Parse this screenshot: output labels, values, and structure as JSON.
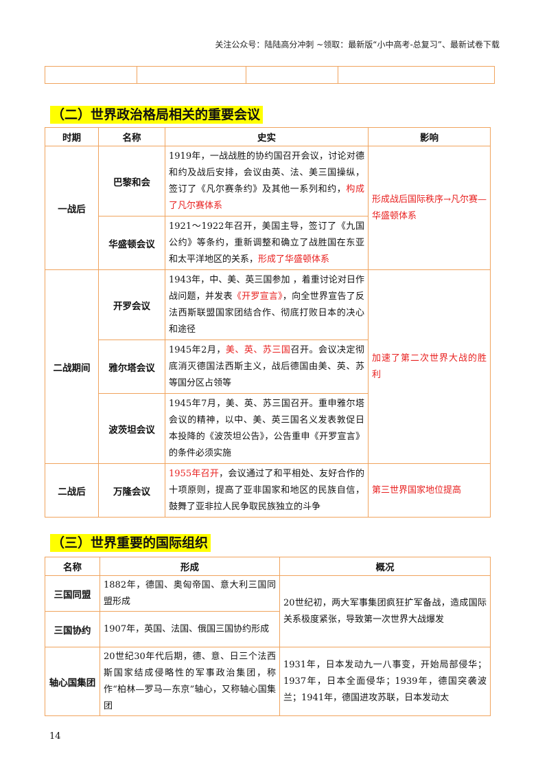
{
  "header_note": "关注公众号：陆陆高分冲刺 ~领取：最新版“小中高考-总复习”、最新试卷下载",
  "section2": {
    "title": "（二）世界政治格局相关的重要会议",
    "headers": [
      "时期",
      "名称",
      "史实",
      "影响"
    ],
    "p1": "一战后",
    "p2": "二战期间",
    "p3": "二战后",
    "m1": {
      "name": "巴黎和会",
      "text": "1919年，一战战胜的协约国召开会议，讨论对德和约及战后安排，会议由英、法、美三国操纵，签订了《凡尔赛条约》及其他一系列和约，",
      "red": "构成了凡尔赛体系"
    },
    "m2": {
      "name": "华盛顿会议",
      "text": "1921～1922年召开，美国主导，签订了《九国公约》等条约，重新调整和确立了战胜国在东亚和太平洋地区的关系，",
      "red": "形成了华盛顿体系"
    },
    "impact1": "形成战后国际秩序→凡尔赛—华盛顿体系",
    "m3": {
      "name": "开罗会议",
      "a": "1943年，中、美、英三国参加 ，着重讨论对日作战问题，并发表",
      "red": "《开罗宣言》",
      "b": "，向全世界宣告了反法西斯联盟国家团结合作、彻底打败日本的决心和途径"
    },
    "m4": {
      "name": "雅尔塔会议",
      "a": "1945年2月，",
      "red": "美、英、苏三国",
      "b": "召开。会议决定彻底消灭德国法西斯主义，战后德国由美、英、苏等国分区占领等"
    },
    "m5": {
      "name": "波茨坦会议",
      "text": "1945年7月，美、英、苏三国召开。重申雅尔塔会议的精神，以中、美、英三国名义发表敦促日本投降的《波茨坦公告》，公告重申《开罗宣言》的条件必须实施"
    },
    "impact2": "加速了第二次世界大战的胜利",
    "m6": {
      "name": "万隆会议",
      "red": "1955年召开",
      "b": "，会议通过了和平相处、友好合作的十项原则，提高了亚非国家和地区的民族自信，鼓舞了亚非拉人民争取民族独立的斗争"
    },
    "impact3": "第三世界国家地位提高"
  },
  "section3": {
    "title": "（三）世界重要的国际组织",
    "headers": [
      "名称",
      "形成",
      "概况"
    ],
    "r1": {
      "name": "三国同盟",
      "text": "1882年，德国、奥匈帝国、意大利三国同盟形成"
    },
    "r2": {
      "name": "三国协约",
      "text": "1907年，英国、法国、俄国三国协约形成"
    },
    "overview1": "20世纪初，两大军事集团疯狂扩军备战，造成国际关系极度紧张，导致第一次世界大战爆发",
    "r3": {
      "name": "轴心国集团",
      "text": "20世纪30年代后期，德、意、日三个法西斯国家结成侵略性的军事政治集团，称作“柏林—罗马—东京”轴心，又称轴心国集团",
      "overview": "1931年，日本发动九一八事变，开始局部侵华；1937年，日本全面侵华；1939年，德国突袭波兰；1941年，德国进攻苏联，日本发动太"
    }
  },
  "page_number": "14"
}
